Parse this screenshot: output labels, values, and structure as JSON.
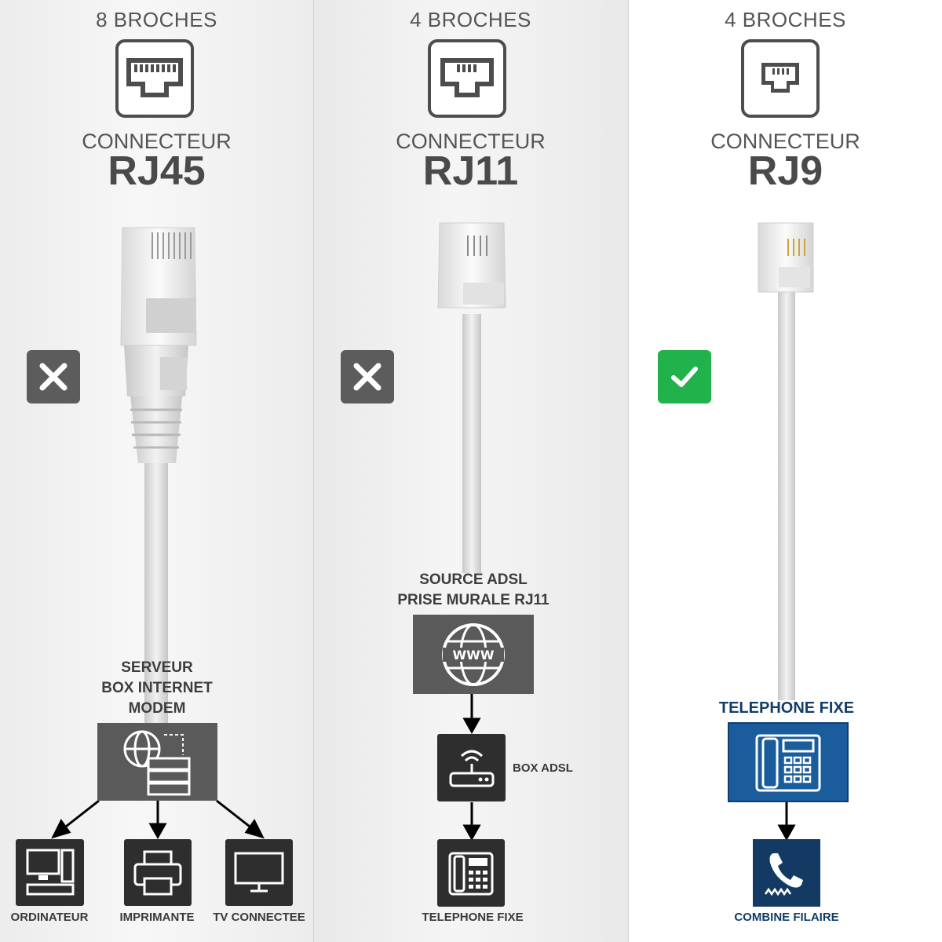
{
  "columns": [
    {
      "pins": "8 BROCHES",
      "connector_label": "CONNECTEUR",
      "connector_type": "RJ45",
      "status": "incompatible",
      "usage_title": [
        "SERVEUR",
        "BOX INTERNET",
        "MODEM"
      ],
      "devices": [
        "ORDINATEUR",
        "IMPRIMANTE",
        "TV CONNECTEE"
      ]
    },
    {
      "pins": "4 BROCHES",
      "connector_label": "CONNECTEUR",
      "connector_type": "RJ11",
      "status": "incompatible",
      "usage_title": [
        "SOURCE ADSL",
        "PRISE MURALE RJ11"
      ],
      "box_label": "BOX ADSL",
      "devices": [
        "TELEPHONE FIXE"
      ]
    },
    {
      "pins": "4 BROCHES",
      "connector_label": "CONNECTEUR",
      "connector_type": "RJ9",
      "status": "compatible",
      "usage_title": [
        "TELEPHONE FIXE"
      ],
      "devices": [
        "COMBINE FILAIRE"
      ]
    }
  ],
  "colors": {
    "ok": "#22b24c",
    "no": "#5c5c5c",
    "blue": "#1a5c9c",
    "navy": "#123a62"
  },
  "icons": [
    "jack-8pin-icon",
    "jack-4pin-icon",
    "close-icon",
    "check-icon",
    "network-server-icon",
    "computer-icon",
    "printer-icon",
    "tv-icon",
    "www-globe-icon",
    "router-icon",
    "desk-phone-icon",
    "handset-icon"
  ]
}
